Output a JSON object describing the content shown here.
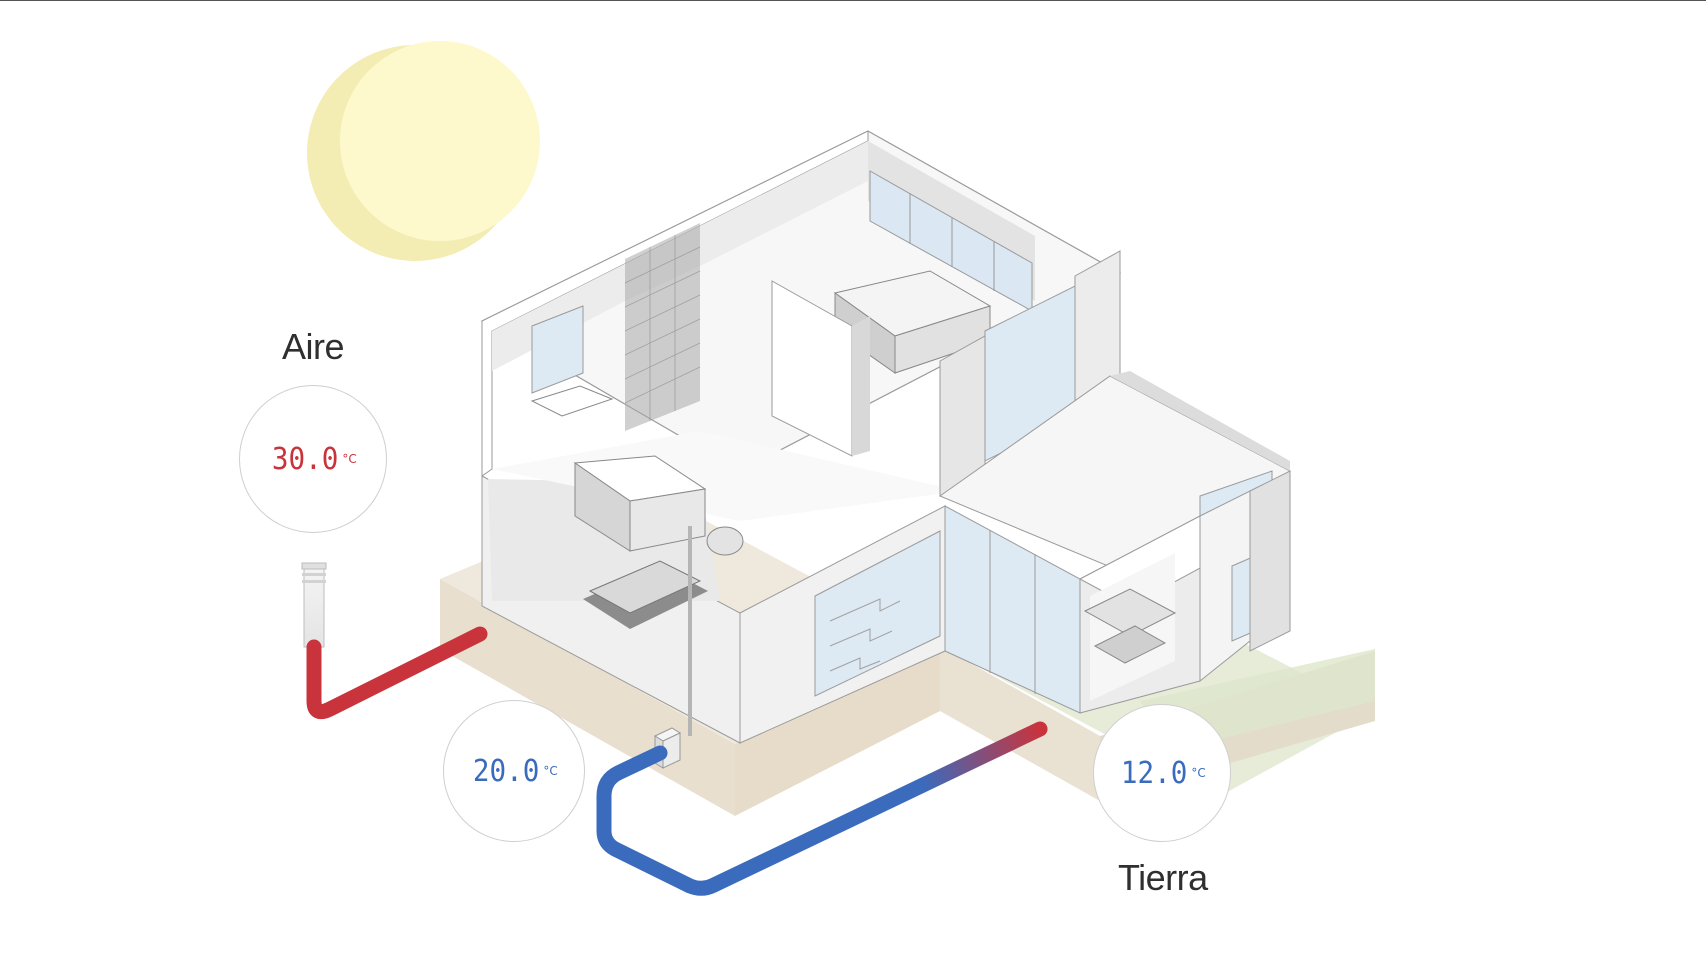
{
  "labels": {
    "air": "Aire",
    "ground": "Tierra"
  },
  "gauges": {
    "air": {
      "value": "30.0",
      "unit": "°C"
    },
    "indoor": {
      "value": "20.0",
      "unit": "°C"
    },
    "ground": {
      "value": "12.0",
      "unit": "°C"
    }
  },
  "colors": {
    "hot": "#c9343c",
    "cold": "#3a6bbd",
    "sun": "#fbf6c0",
    "soil": "#ebe3d4",
    "grass": "#dfe8cf"
  },
  "icons": [
    "sun-icon",
    "air-intake-vent-icon",
    "house-illustration",
    "underground-pipe-icon"
  ]
}
